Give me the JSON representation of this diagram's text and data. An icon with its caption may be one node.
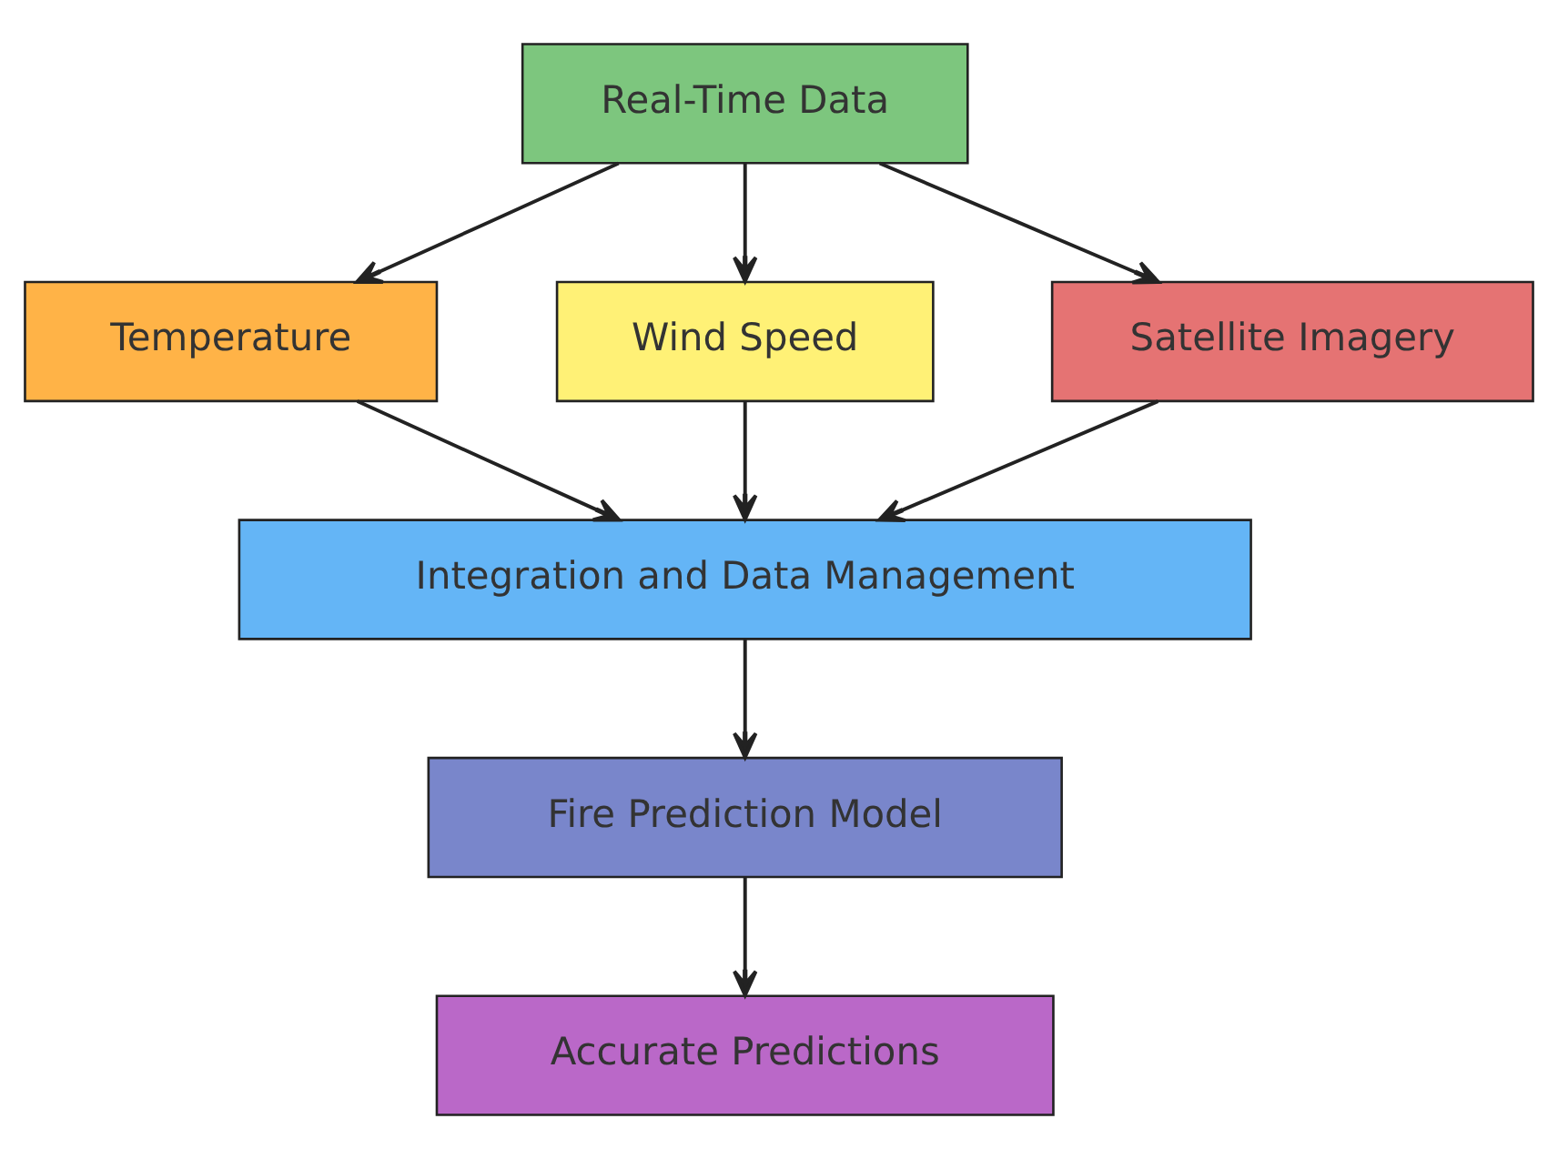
{
  "diagram": {
    "nodes": [
      {
        "text": [
          "Real-Time Data"
        ]
      },
      {
        "text": [
          "Temperature"
        ]
      },
      {
        "text": [
          "Wind Speed"
        ]
      },
      {
        "text": [
          "Satellite Imagery"
        ]
      },
      {
        "text": [
          "Integration and Data Management"
        ]
      },
      {
        "text": [
          "Fire Prediction Model"
        ]
      },
      {
        "text": [
          "Accurate Predictions"
        ]
      }
    ],
    "edges": [
      {
        "from": 0,
        "to": 1,
        "arrow": "to"
      },
      {
        "from": 0,
        "to": 2,
        "arrow": "to"
      },
      {
        "from": 0,
        "to": 3,
        "arrow": "to"
      },
      {
        "from": 1,
        "to": 4,
        "arrow": "to"
      },
      {
        "from": 2,
        "to": 4,
        "arrow": "to"
      },
      {
        "from": 3,
        "to": 4,
        "arrow": "to"
      },
      {
        "from": 4,
        "to": 5,
        "arrow": "to"
      },
      {
        "from": 5,
        "to": 6,
        "arrow": "to"
      }
    ]
  }
}
